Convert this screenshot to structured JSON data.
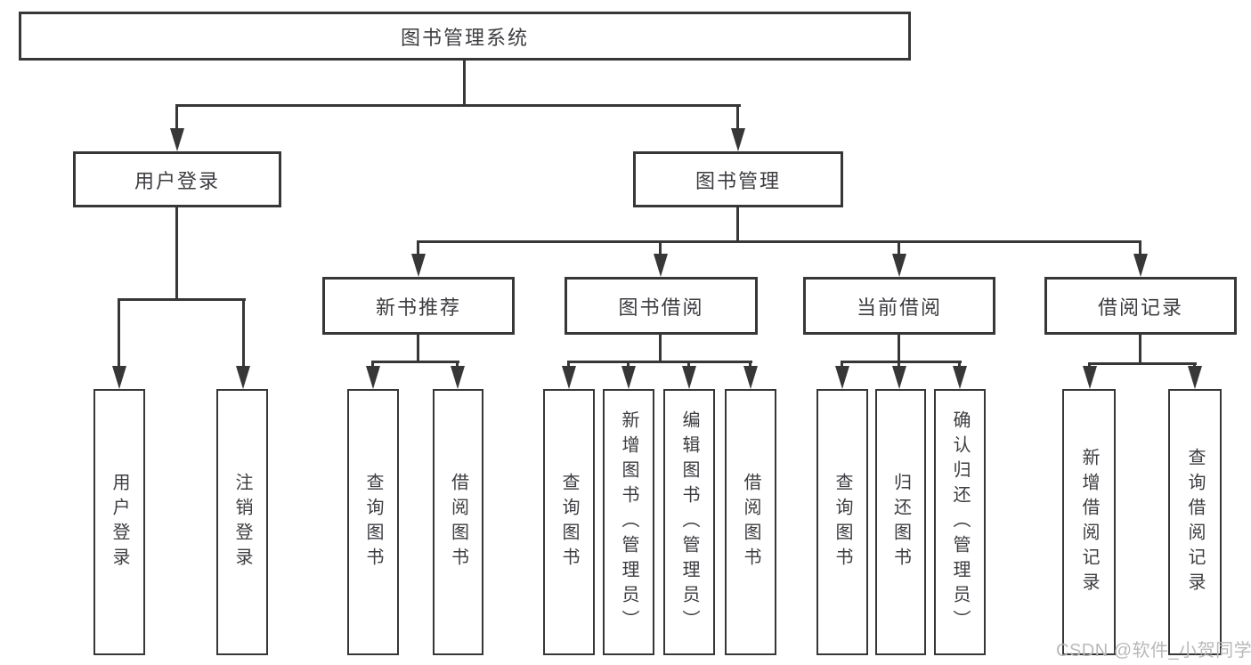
{
  "diagram_title": "图书管理系统",
  "tree": {
    "root": "图书管理系统",
    "branches": [
      {
        "label": "用户登录",
        "children": [
          "用户登录",
          "注销登录"
        ]
      },
      {
        "label": "图书管理",
        "children": [
          {
            "label": "新书推荐",
            "children": [
              "查询图书",
              "借阅图书"
            ]
          },
          {
            "label": "图书借阅",
            "children": [
              "查询图书",
              "新增图书（管理员）",
              "编辑图书（管理员）",
              "借阅图书"
            ]
          },
          {
            "label": "当前借阅",
            "children": [
              "查询图书",
              "归还图书",
              "确认归还（管理员）"
            ]
          },
          {
            "label": "借阅记录",
            "children": [
              "新增借阅记录",
              "查询借阅记录"
            ]
          }
        ]
      }
    ]
  },
  "watermark": {
    "text": "CSDN @软件_小贺同学"
  },
  "colors": {
    "line": "#373737",
    "text": "#3d3d42",
    "watermark": "#b9b9b9",
    "background": "#ffffff"
  }
}
